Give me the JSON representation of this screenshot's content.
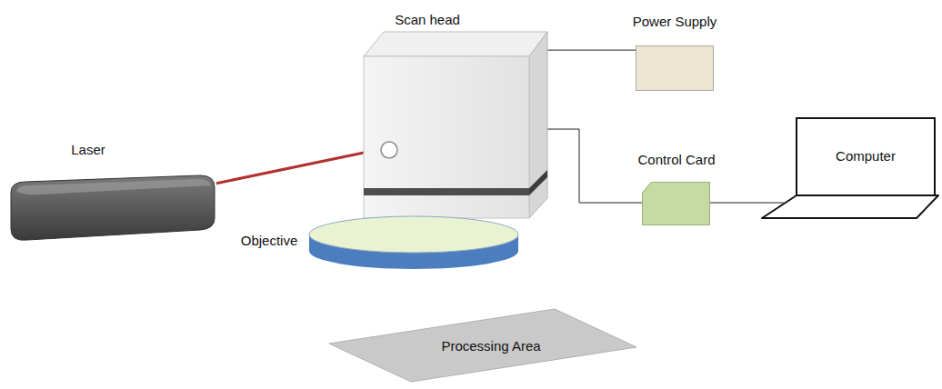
{
  "diagram": {
    "nodes": [
      {
        "text": [
          "Scan head"
        ]
      },
      {
        "text": [
          "Power Supply"
        ]
      },
      {
        "text": [
          "Laser"
        ]
      },
      {
        "text": [
          "Control Card"
        ]
      },
      {
        "text": [
          "Computer"
        ]
      },
      {
        "text": [
          "Objective"
        ]
      },
      {
        "text": [
          "Processing Area"
        ]
      }
    ],
    "edges": [
      {
        "from": 0,
        "to": 1,
        "arrow": "none"
      },
      {
        "from": 0,
        "to": 3,
        "arrow": "none"
      },
      {
        "from": 3,
        "to": 4,
        "arrow": "none"
      },
      {
        "from": 2,
        "to": 0,
        "arrow": "none"
      }
    ]
  }
}
